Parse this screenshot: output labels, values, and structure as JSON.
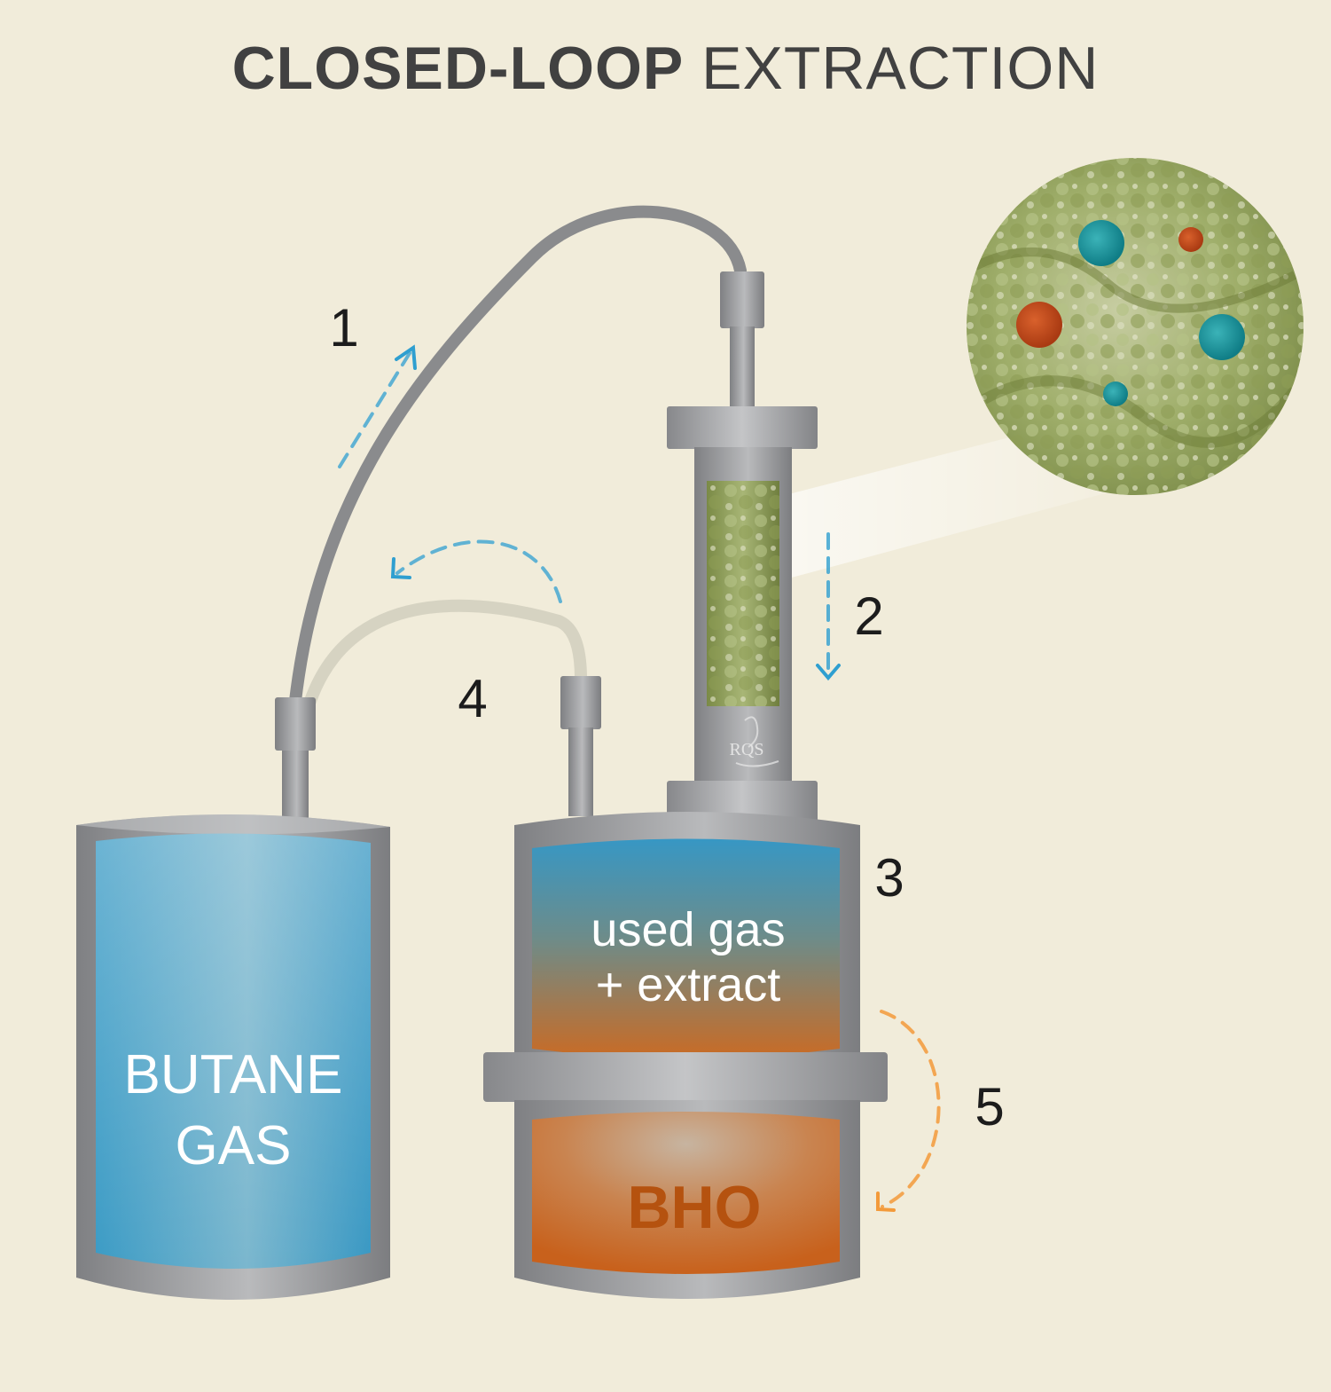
{
  "title": {
    "bold": "CLOSED-LOOP",
    "regular": " EXTRACTION"
  },
  "steps": [
    "1",
    "2",
    "3",
    "4",
    "5"
  ],
  "tanks": {
    "butane": {
      "line1": "BUTANE",
      "line2": "GAS"
    },
    "collection": {
      "line1": "used gas",
      "line2": "+ extract"
    },
    "product": "BHO"
  },
  "logo": "RQS",
  "colors": {
    "background": "#f1ecda",
    "metal": "#9a9b9d",
    "butane_blue": "#3a9ec7",
    "extract_orange": "#c8671f",
    "arrow_blue": "#2f9fd0",
    "arrow_orange": "#f39a3a",
    "hose_dark": "#8a8b8d",
    "hose_light": "#d9d5c4",
    "title_text": "#414141"
  }
}
